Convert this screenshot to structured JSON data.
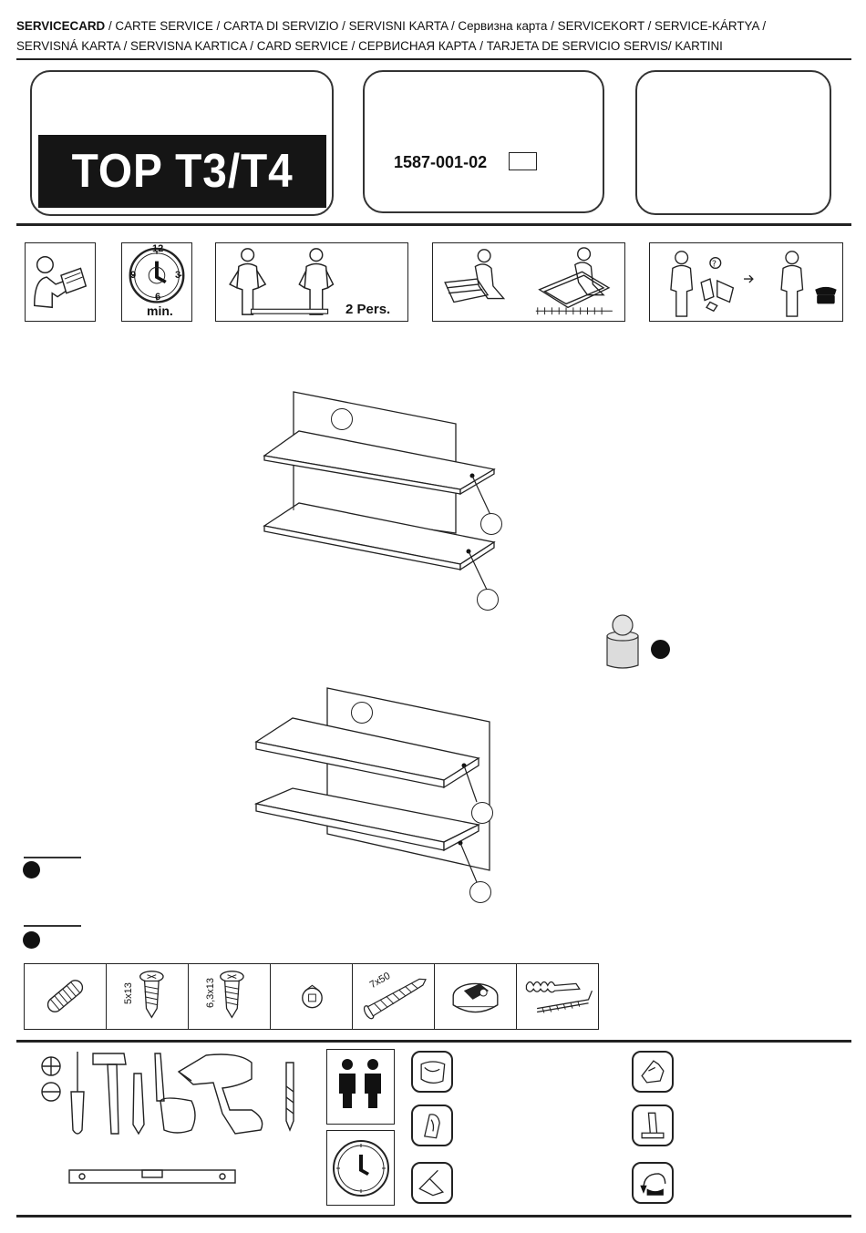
{
  "header": {
    "line1_bold": "SERVICECARD",
    "line1_rest": " / CARTE SERVICE / CARTA DI SERVIZIO / SERVISNI KARTA / Сервизна карта / SERVICEKORT / SERVICE-KÁRTYA /",
    "line2": "SERVISNÁ KARTA / SERVISNA KARTICA / CARD SERVICE / СЕРВИСНАЯ КАРТА / TARJETA DE SERVICIO SERVIS/ KARTINI"
  },
  "product": {
    "model": "TOP T3/T4",
    "article_number": "1587-001-02"
  },
  "pictograms": {
    "clock_numbers": [
      "12",
      "3",
      "6",
      "9"
    ],
    "clock_unit": "min.",
    "persons_label": "2 Pers."
  },
  "parts": [
    {
      "icon": "dowel-icon",
      "label": ""
    },
    {
      "icon": "screw-icon",
      "label": "5x13"
    },
    {
      "icon": "screw-icon",
      "label": "6,3x13"
    },
    {
      "icon": "cap-icon",
      "label": ""
    },
    {
      "icon": "screw-icon",
      "label": "7x50"
    },
    {
      "icon": "cam-lock-icon",
      "label": ""
    },
    {
      "icon": "wall-anchor-icon",
      "label": ""
    }
  ],
  "colors": {
    "ink": "#111111",
    "paper": "#ffffff",
    "badge": "#151515",
    "weight_grey": "#dcdcdc"
  }
}
